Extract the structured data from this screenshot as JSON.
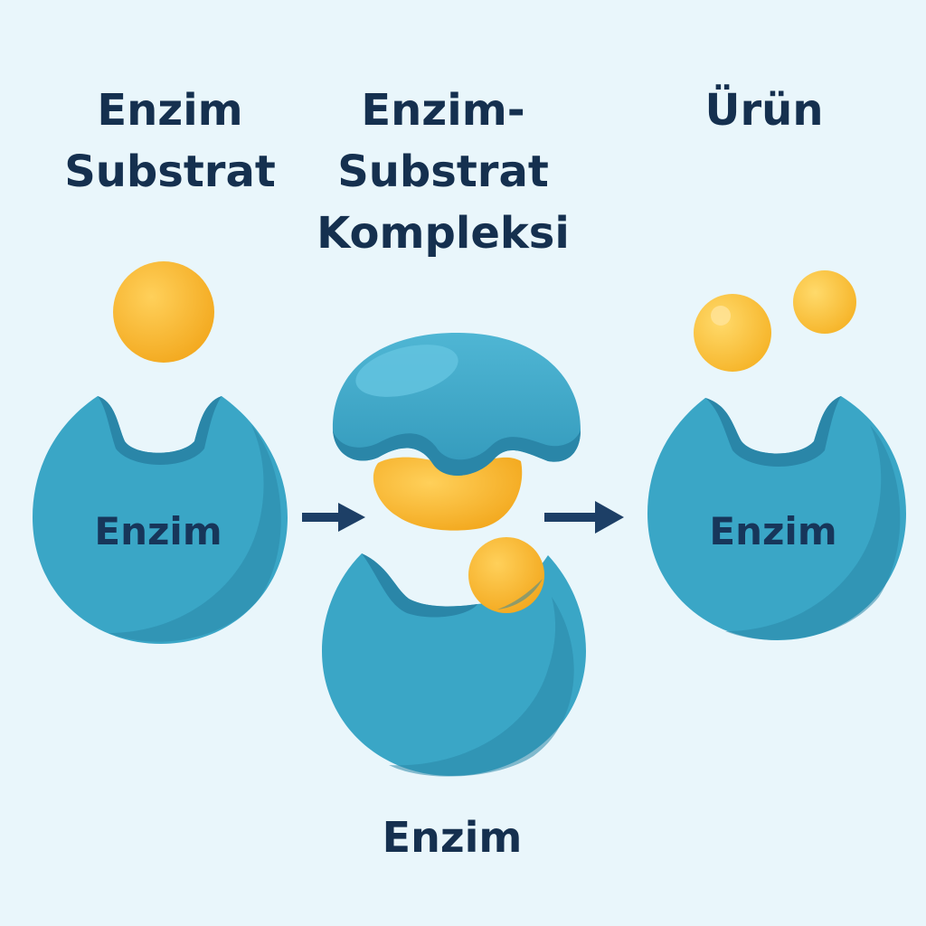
{
  "stages": {
    "left": {
      "title_lines": [
        "Enzim",
        "Substrat"
      ]
    },
    "middle": {
      "title_lines": [
        "Enzim-",
        "Substrat",
        "Kompleksi"
      ]
    },
    "right": {
      "title_lines": [
        "Ürün"
      ]
    }
  },
  "labels": {
    "enzyme_left": "Enzim",
    "enzyme_right": "Enzim",
    "enzyme_bottom": "Enzim"
  },
  "colors": {
    "background": "#e9f6fb",
    "enzyme": "#3aa6c6",
    "enzyme_shade": "#2a86a8",
    "enzyme_highlight": "#63c3df",
    "substrate": "#f8b733",
    "product": "#f9c94a",
    "text": "#15304f",
    "arrow": "#1d3f66"
  }
}
